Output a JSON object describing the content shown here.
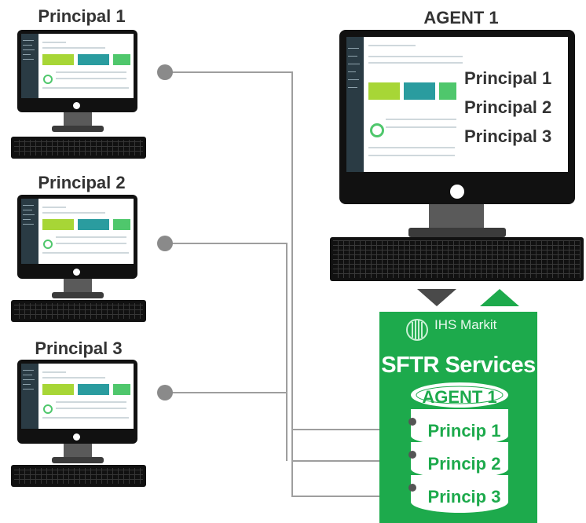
{
  "principals": [
    {
      "label": "Principal 1"
    },
    {
      "label": "Principal 2"
    },
    {
      "label": "Principal 3"
    }
  ],
  "agent": {
    "label": "AGENT 1",
    "screen_overlay": [
      "Principal 1",
      "Principal 2",
      "Principal 3"
    ]
  },
  "services": {
    "logo_text": "IHS Markit",
    "title": "SFTR Services",
    "database_rows": [
      "AGENT 1",
      "Princip 1",
      "Princip 2",
      "Princip 3"
    ]
  },
  "colors": {
    "service_green": "#1daa4c",
    "connector_gray": "#9e9e9e",
    "monitor_black": "#111111"
  }
}
